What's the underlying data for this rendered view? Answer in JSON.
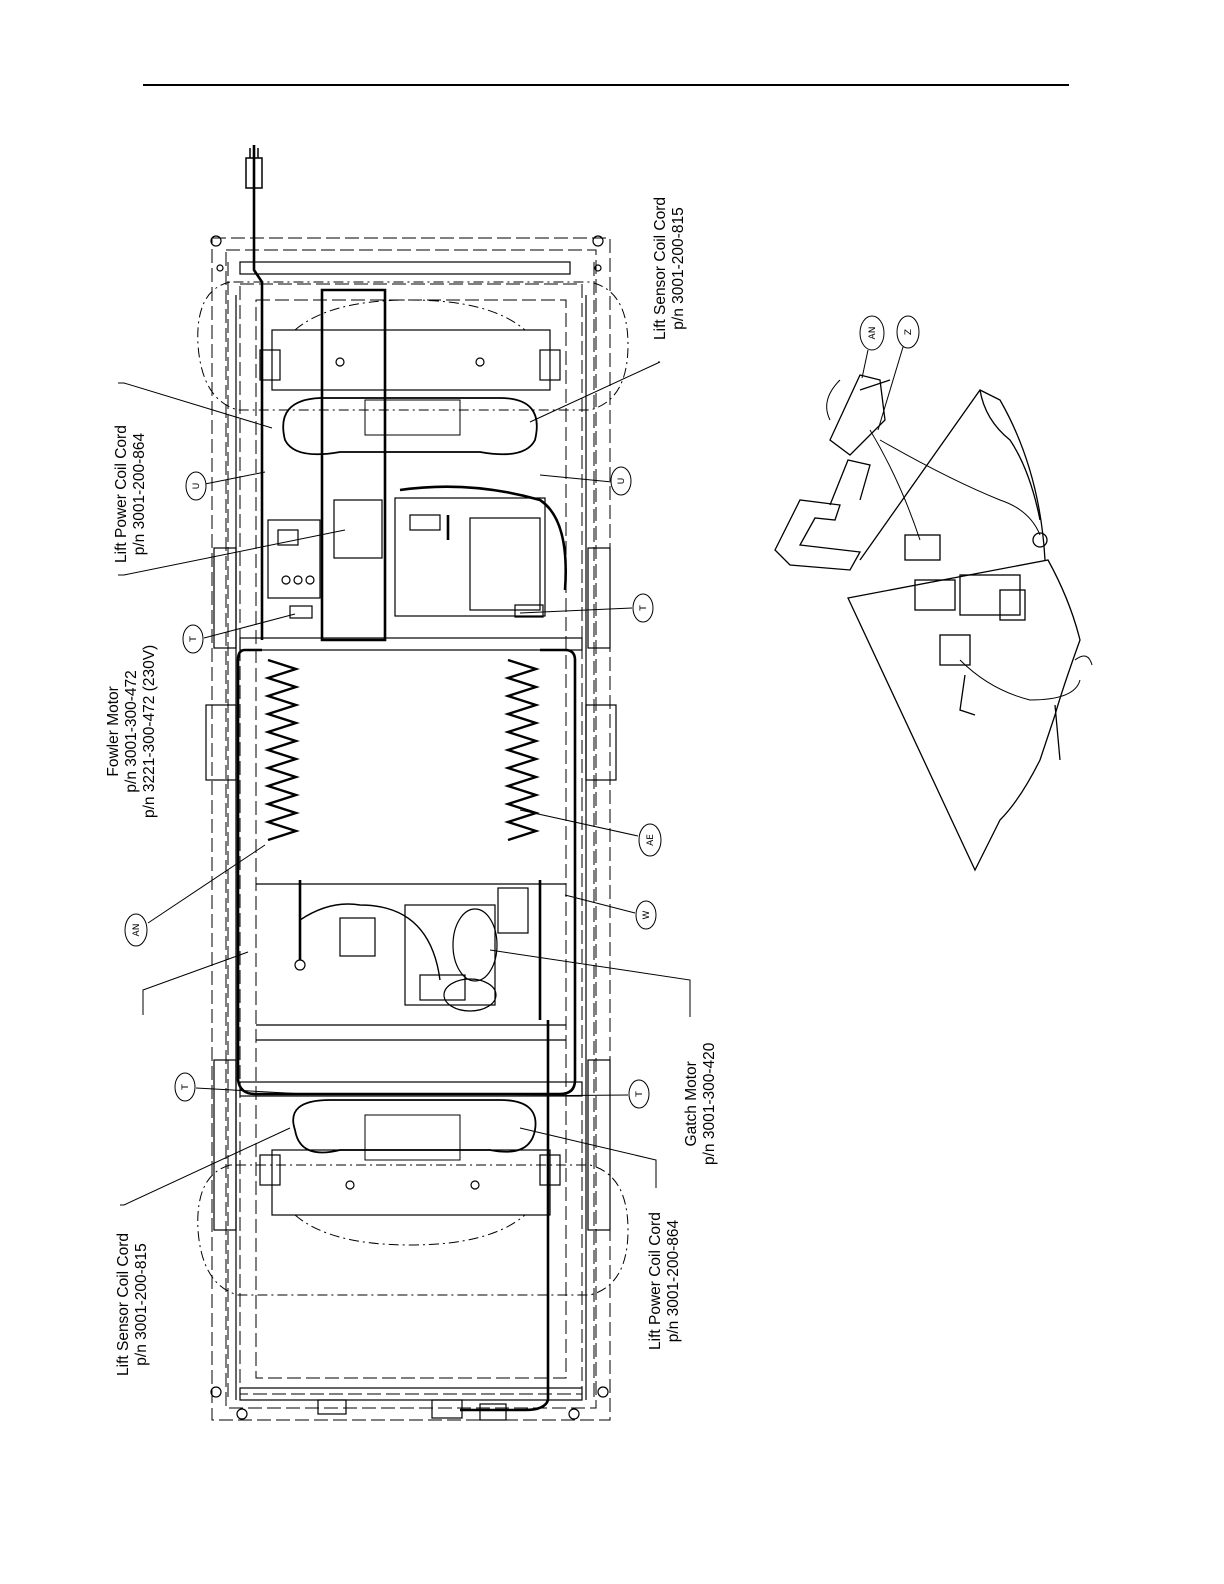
{
  "labels": {
    "lift_sensor_top": {
      "line1": "Lift Sensor Coil Cord",
      "line2": "p/n 3001-200-815"
    },
    "lift_power_top": {
      "line1": "Lift Power Coil Cord",
      "line2": "p/n 3001-200-864"
    },
    "fowler_motor": {
      "line1": "Fowler Motor",
      "line2": "p/n 3001-300-472",
      "line3": "p/n 3221-300-472 (230V)"
    },
    "gatch_motor": {
      "line1": "Gatch Motor",
      "line2": "p/n 3001-300-420"
    },
    "lift_sensor_bottom": {
      "line1": "Lift Sensor Coil Cord",
      "line2": "p/n 3001-200-815"
    },
    "lift_power_bottom": {
      "line1": "Lift Power Coil Cord",
      "line2": "p/n 3001-200-864"
    }
  },
  "callouts": {
    "u_left": "U",
    "u_right": "U",
    "t_mid_left": "T",
    "t_mid_right": "T",
    "ae": "AE",
    "an_left": "AN",
    "w": "W",
    "t_low_left": "T",
    "t_low_right": "T",
    "an_detail": "AN",
    "z_detail": "Z"
  }
}
